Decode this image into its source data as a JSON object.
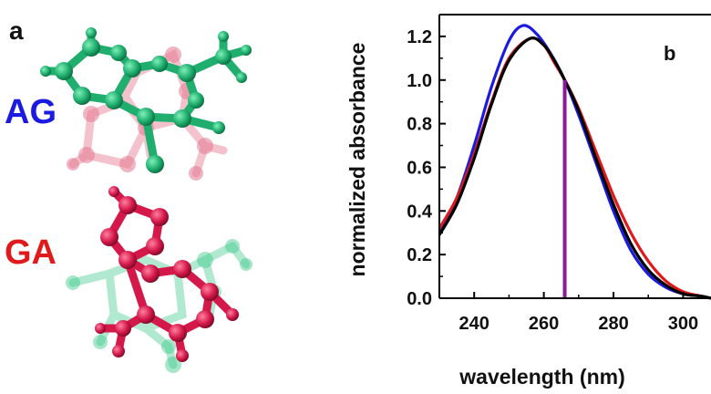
{
  "panel_a": {
    "letter": "a",
    "molecule_top_label": "AG",
    "molecule_bottom_label": "GA",
    "colors": {
      "ag_label": "#1a1ae0",
      "ga_label": "#e01a1a",
      "green_atoms": "#1fae6e",
      "red_atoms": "#d4184a"
    }
  },
  "chart_data": {
    "type": "line",
    "panel_letter": "b",
    "xlabel": "wavelength (nm)",
    "ylabel": "normalized absorbance",
    "xlim": [
      230,
      308
    ],
    "ylim": [
      0,
      1.3
    ],
    "xticks": [
      240,
      260,
      280,
      300
    ],
    "yticks": [
      "0.0",
      "0.2",
      "0.4",
      "0.6",
      "0.8",
      "1.0",
      "1.2"
    ],
    "vertical_marker": {
      "x": 266,
      "color": "#8a1a9a"
    },
    "series": [
      {
        "color": "#1a1ae0",
        "x": [
          230,
          235,
          240,
          245,
          250,
          254,
          258,
          262,
          266,
          270,
          275,
          280,
          285,
          290,
          295,
          300,
          305,
          308
        ],
        "y": [
          0.3,
          0.46,
          0.7,
          0.97,
          1.18,
          1.25,
          1.21,
          1.12,
          1.0,
          0.84,
          0.62,
          0.4,
          0.22,
          0.11,
          0.05,
          0.02,
          0.01,
          0.0
        ]
      },
      {
        "color": "#e01a1a",
        "x": [
          230,
          235,
          240,
          245,
          250,
          256,
          260,
          263,
          266,
          270,
          275,
          280,
          285,
          290,
          295,
          300,
          305,
          308
        ],
        "y": [
          0.32,
          0.46,
          0.66,
          0.9,
          1.1,
          1.19,
          1.16,
          1.08,
          1.0,
          0.87,
          0.67,
          0.47,
          0.3,
          0.17,
          0.08,
          0.03,
          0.01,
          0.0
        ]
      },
      {
        "color": "#000000",
        "x": [
          230,
          235,
          240,
          245,
          250,
          256,
          260,
          263,
          266,
          270,
          275,
          280,
          285,
          290,
          295,
          300,
          305,
          308
        ],
        "y": [
          0.29,
          0.43,
          0.64,
          0.89,
          1.09,
          1.19,
          1.16,
          1.09,
          1.0,
          0.86,
          0.64,
          0.43,
          0.25,
          0.13,
          0.06,
          0.02,
          0.01,
          0.0
        ]
      }
    ]
  }
}
